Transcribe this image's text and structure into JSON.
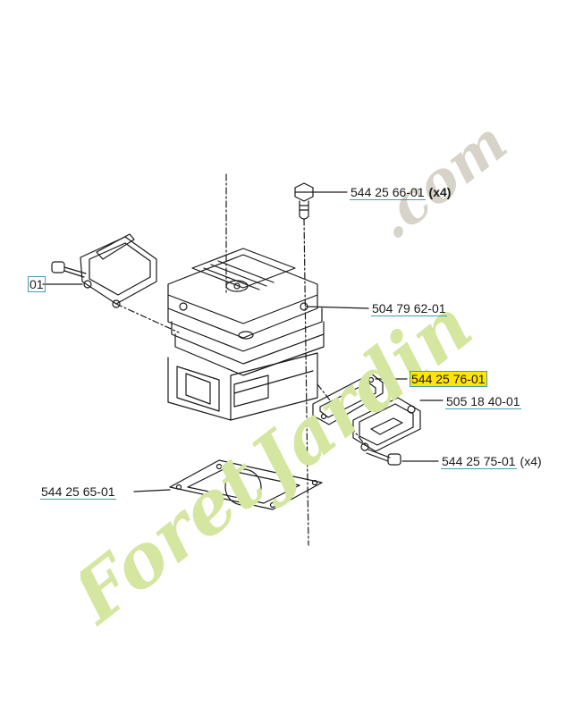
{
  "parts": [
    {
      "id": "p1",
      "number": "544 25 66-01",
      "qty": "(x4)",
      "qty_bold": true,
      "highlight": false
    },
    {
      "id": "p2",
      "number": "01",
      "qty": "",
      "qty_bold": false,
      "highlight": false
    },
    {
      "id": "p3",
      "number": "504 79 62-01",
      "qty": "",
      "qty_bold": false,
      "highlight": false
    },
    {
      "id": "p4",
      "number": "544 25 76-01",
      "qty": "",
      "qty_bold": false,
      "highlight": true
    },
    {
      "id": "p5",
      "number": "505 18 40-01",
      "qty": "",
      "qty_bold": false,
      "highlight": false
    },
    {
      "id": "p6",
      "number": "544 25 75-01",
      "qty": "(x4)",
      "qty_bold": false,
      "highlight": false
    },
    {
      "id": "p7",
      "number": "544 25 65-01",
      "qty": "",
      "qty_bold": false,
      "highlight": false
    }
  ],
  "watermark": {
    "text_left": "Foret",
    "text_right": "Jardin",
    "text_dom": ".com",
    "colors": {
      "green": "#d4e6a0",
      "orange": "#f4c9a0",
      "gray": "#d8d3c8"
    }
  },
  "colors": {
    "line": "#1a1a1a",
    "label_border": "#4a9bb3",
    "highlight": "#ffe600"
  }
}
